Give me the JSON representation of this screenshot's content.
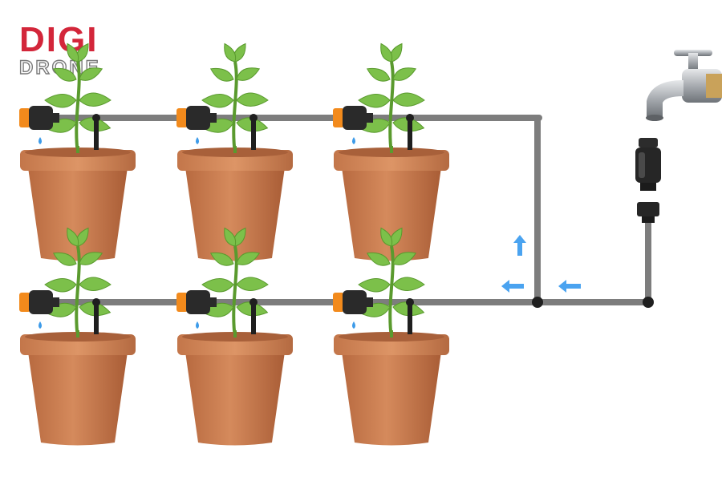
{
  "logo": {
    "line1": "DIGI",
    "line2": "DRONE",
    "color_primary": "#d3263a",
    "color_secondary": "#7a7a7a"
  },
  "colors": {
    "pipe": "#7d7d7d",
    "pot": "#c97a4e",
    "pot_dark": "#a8603a",
    "pot_rim": "#d98a5c",
    "leaf": "#7cc04a",
    "leaf_dark": "#5a9a2e",
    "valve_orange": "#f28a1c",
    "valve_black": "#2a2a2a",
    "drop": "#3d9be9",
    "arrow": "#4aa3f0",
    "faucet": "#b8bcc0"
  },
  "diagram": {
    "rows": 2,
    "pots_per_row": 3,
    "flow_direction": [
      "up",
      "left",
      "left"
    ],
    "source": "faucet-icon"
  }
}
